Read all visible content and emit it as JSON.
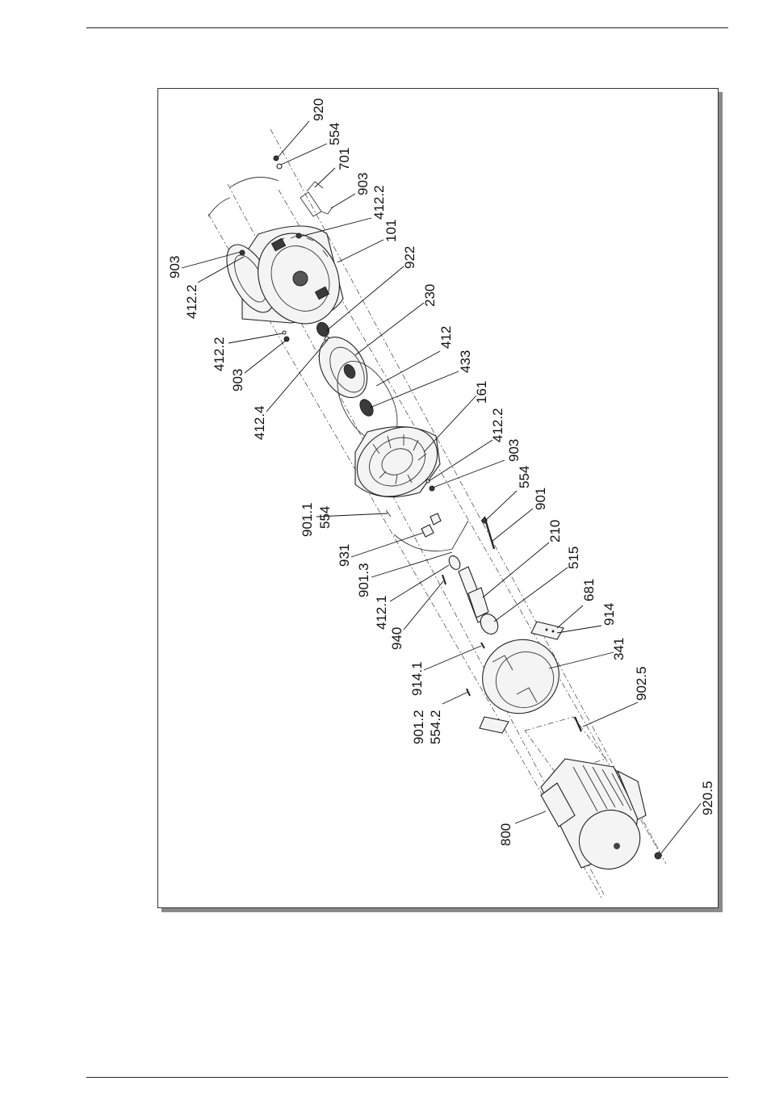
{
  "diagram": {
    "labels": [
      {
        "id": "l920_top",
        "text": "920"
      },
      {
        "id": "l554_top",
        "text": "554"
      },
      {
        "id": "l701",
        "text": "701"
      },
      {
        "id": "l903_top",
        "text": "903"
      },
      {
        "id": "l412_2_top",
        "text": "412.2"
      },
      {
        "id": "l101",
        "text": "101"
      },
      {
        "id": "l922",
        "text": "922"
      },
      {
        "id": "l230",
        "text": "230"
      },
      {
        "id": "l412",
        "text": "412"
      },
      {
        "id": "l433",
        "text": "433"
      },
      {
        "id": "l161",
        "text": "161"
      },
      {
        "id": "l412_2_mid",
        "text": "412.2"
      },
      {
        "id": "l903_mid",
        "text": "903"
      },
      {
        "id": "l554_mid",
        "text": "554"
      },
      {
        "id": "l901",
        "text": "901"
      },
      {
        "id": "l210",
        "text": "210"
      },
      {
        "id": "l515",
        "text": "515"
      },
      {
        "id": "l681",
        "text": "681"
      },
      {
        "id": "l914",
        "text": "914"
      },
      {
        "id": "l341",
        "text": "341"
      },
      {
        "id": "l902_5",
        "text": "902.5"
      },
      {
        "id": "l920_5",
        "text": "920.5"
      },
      {
        "id": "l903_left1",
        "text": "903"
      },
      {
        "id": "l412_2_left1",
        "text": "412.2"
      },
      {
        "id": "l412_2_left2",
        "text": "412.2"
      },
      {
        "id": "l903_left2",
        "text": "903"
      },
      {
        "id": "l412_4",
        "text": "412.4"
      },
      {
        "id": "l901_1",
        "text": "901.1"
      },
      {
        "id": "l554_left",
        "text": "554"
      },
      {
        "id": "l931",
        "text": "931"
      },
      {
        "id": "l901_3",
        "text": "901.3"
      },
      {
        "id": "l412_1",
        "text": "412.1"
      },
      {
        "id": "l940",
        "text": "940"
      },
      {
        "id": "l914_1",
        "text": "914.1"
      },
      {
        "id": "l901_2",
        "text": "901.2"
      },
      {
        "id": "l554_2",
        "text": "554.2"
      },
      {
        "id": "l800",
        "text": "800"
      }
    ]
  }
}
